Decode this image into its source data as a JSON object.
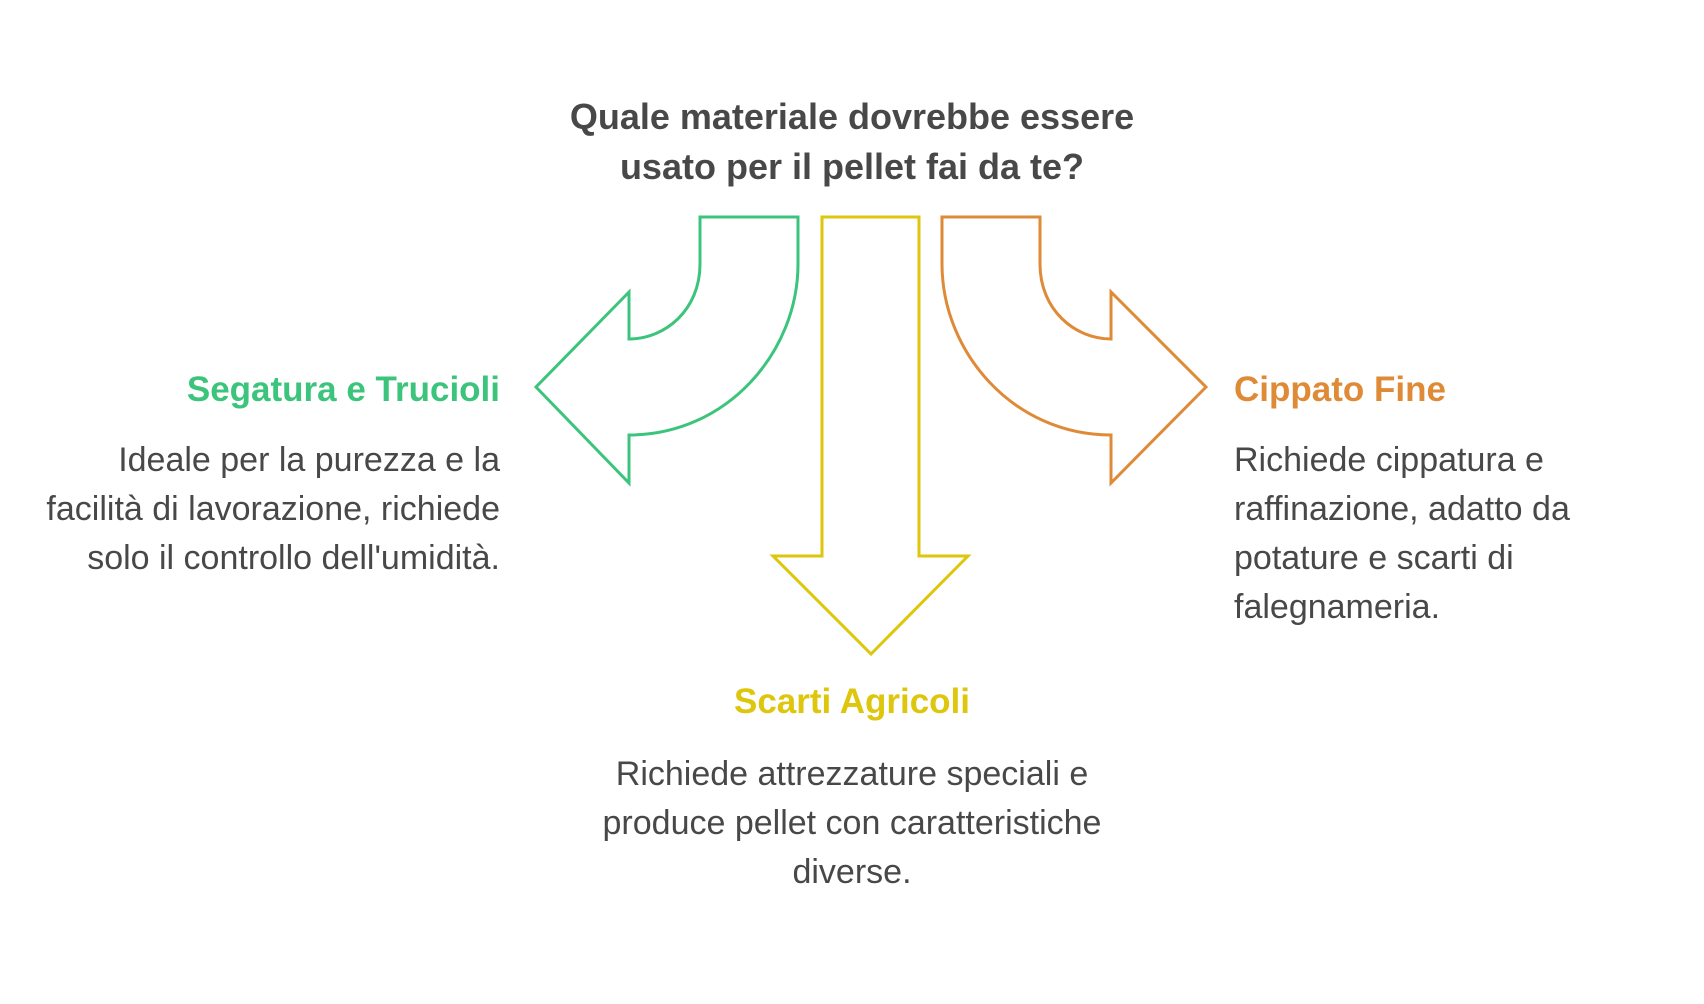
{
  "title": "Quale materiale dovrebbe essere usato per il pellet fai da te?",
  "colors": {
    "green": "#3cc47c",
    "yellow": "#ddc60c",
    "orange": "#de8a36",
    "text": "#484848"
  },
  "options": {
    "left": {
      "heading": "Segatura e Trucioli",
      "description": "Ideale per la purezza e la facilità di lavorazione, richiede solo il controllo dell'umidità."
    },
    "middle": {
      "heading": "Scarti Agricoli",
      "description": "Richiede attrezzature speciali e produce pellet con caratteristiche diverse."
    },
    "right": {
      "heading": "Cippato Fine",
      "description": "Richiede cippatura e raffinazione, adatto da potature e scarti di falegnameria."
    }
  }
}
